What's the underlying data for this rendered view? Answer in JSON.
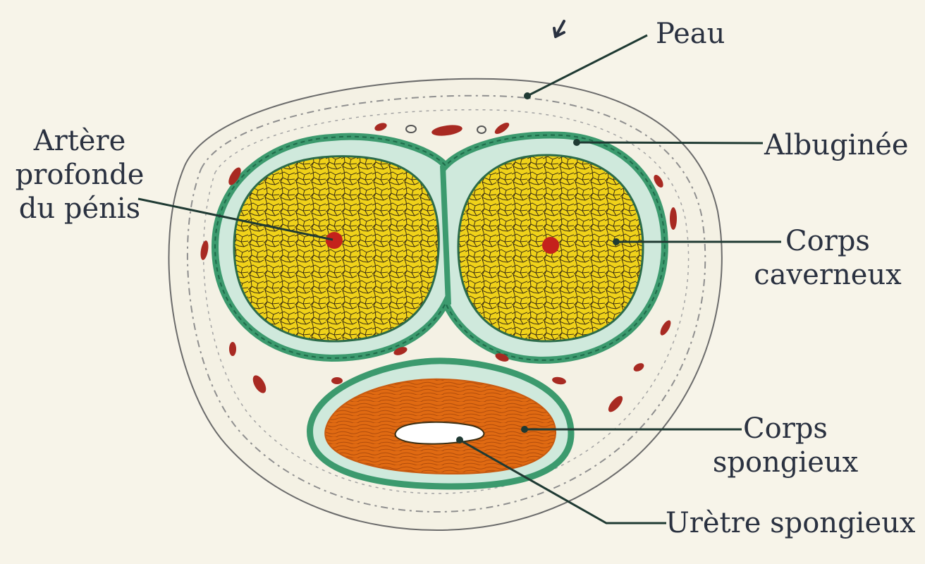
{
  "labels": {
    "peau": "Peau",
    "albuginee": "Albuginée",
    "artere": [
      "Artère",
      "profonde",
      "du pénis"
    ],
    "corps_caverneux": [
      "Corps",
      "caverneux"
    ],
    "corps_spongieux": [
      "Corps",
      "spongieux"
    ],
    "uretre": "Urètre spongieux"
  },
  "colors": {
    "background": "#f7f4e9",
    "skin_outline": "#6b6b6b",
    "tunica": "#3c9a6e",
    "cavernous": "#f0d21a",
    "spongy": "#e06a12",
    "artery": "#c4221c",
    "vessel": "#a82a22",
    "leader": "#1f3a33",
    "text": "#2a3140"
  }
}
